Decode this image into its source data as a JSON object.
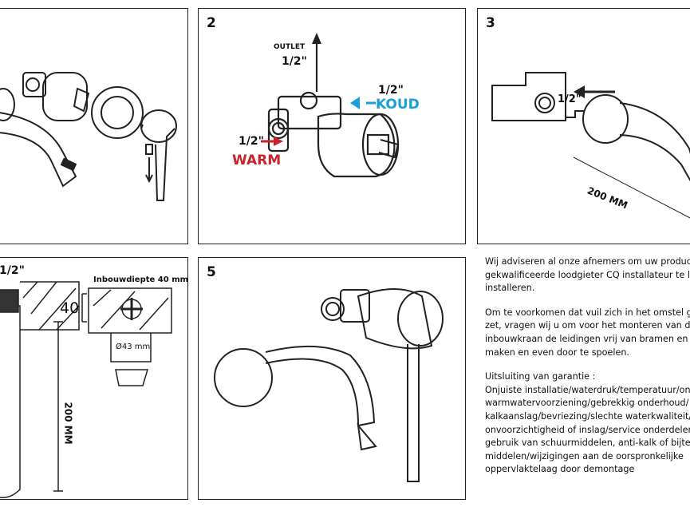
{
  "panels": {
    "p2": {
      "number": "2",
      "outlet": "OUTLET",
      "outlet_size": "1/2\"",
      "cold_size": "1/2\"",
      "cold": "KOUD",
      "warm_size": "1/2\"",
      "warm": "WARM"
    },
    "p3": {
      "number": "3",
      "size": "1/2\"",
      "length": "200 MM"
    },
    "p4": {
      "size": "1/2\"",
      "depth_title": "Inbouwdiepte 40 mm",
      "depth": "40",
      "diameter": "Ø43 mm",
      "length": "200 MM"
    },
    "p5": {
      "number": "5"
    }
  },
  "text": {
    "para1": [
      "Wij adviseren al onze afnemers om uw product d",
      "gekwalificeerde loodgieter CQ installateur te late",
      "installeren."
    ],
    "para2": [
      "Om te voorkomen dat vuil zich in het omstel ged",
      "zet, vragen wij u om voor het monteren van de",
      "inbouwkraan de leidingen vrij van bramen en vu",
      "maken en even door te spoelen."
    ],
    "para3": [
      "Uitsluiting van garantie :",
      "Onjuiste installatie/waterdruk/temperatuur/ong",
      "warmwatervoorziening/gebrekkig onderhoud/",
      "kalkaanslag/bevriezing/slechte waterkwaliteit/",
      "onvoorzichtigheid of inslag/service onderdelen/",
      "gebruik van schuurmiddelen, anti-kalk of bijtend",
      "middelen/wijzigingen aan de oorspronkelijke",
      "oppervlaktelaag  door demontage"
    ]
  },
  "colors": {
    "cold": "#1aa0d8",
    "warm": "#c8222a",
    "line": "#222222"
  }
}
